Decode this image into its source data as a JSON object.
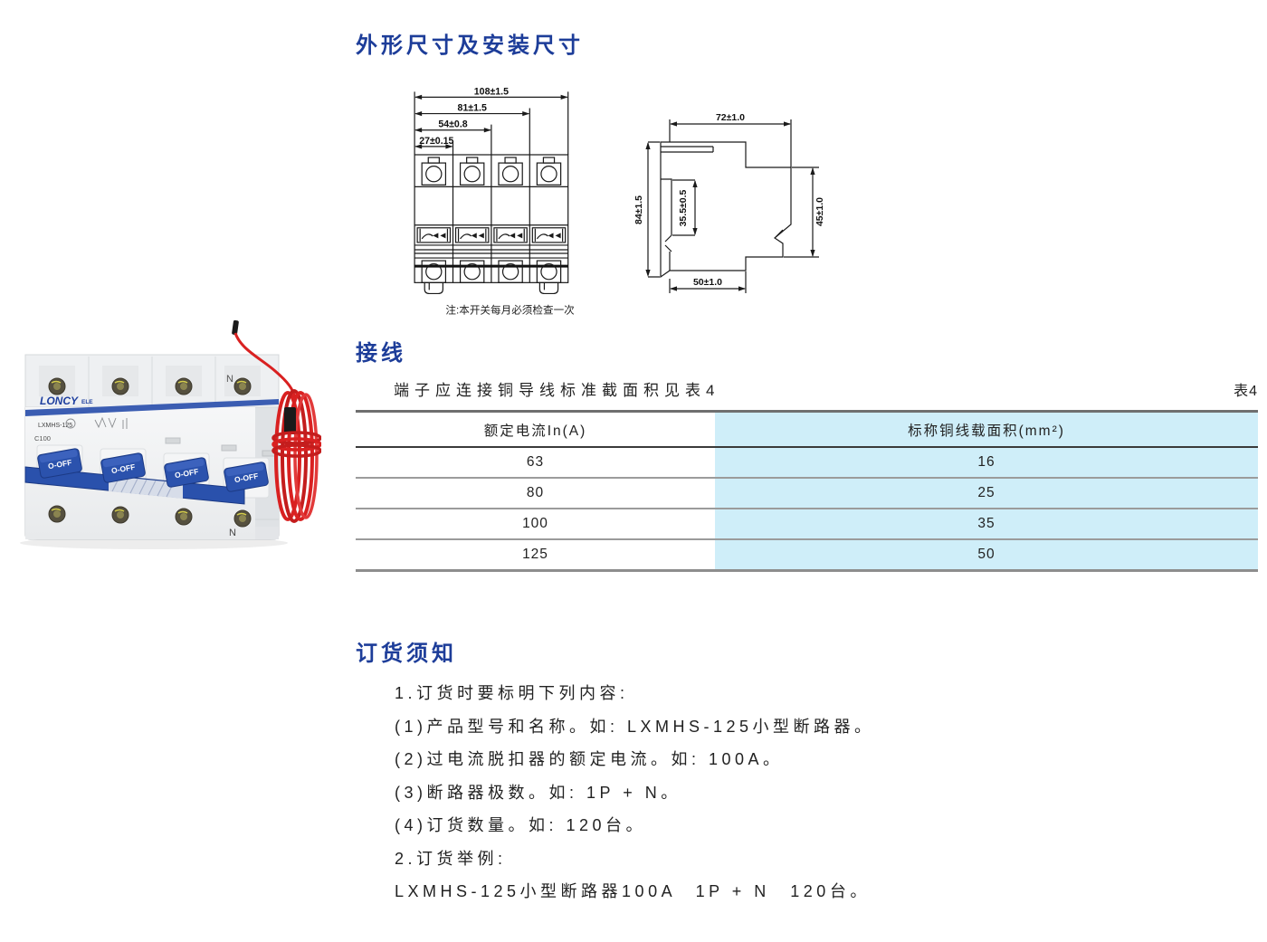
{
  "sections": {
    "dimensions": {
      "heading": "外形尺寸及安装尺寸",
      "front": {
        "dims": [
          "108±1.5",
          "81±1.5",
          "54±0.8",
          "27±0.15"
        ],
        "note": "注:本开关每月必须检查一次"
      },
      "side": {
        "dim_top": "72±1.0",
        "dim_left": "84±1.5",
        "dim_inner": "35.5±0.5",
        "dim_right": "45±1.0",
        "dim_bottom": "50±1.0"
      }
    },
    "wiring": {
      "heading": "接线",
      "intro": "端子应连接铜导线标准截面积见表4",
      "table_tag": "表4",
      "table": {
        "headers": [
          "额定电流In(A)",
          "标称铜线载面积(mm²)"
        ],
        "rows": [
          [
            "63",
            "16"
          ],
          [
            "80",
            "25"
          ],
          [
            "100",
            "35"
          ],
          [
            "125",
            "50"
          ]
        ]
      }
    },
    "ordering": {
      "heading": "订货须知",
      "lines": [
        "1.订货时要标明下列内容:",
        "(1)产品型号和名称。如: LXMHS-125小型断路器。",
        "(2)过电流脱扣器的额定电流。如: 100A。",
        "(3)断路器极数。如: 1P + N。",
        "(4)订货数量。如: 120台。",
        "2.订货举例:",
        "LXMHS-125小型断路器100A　1P + N　120台。"
      ]
    },
    "photo": {
      "brand": "LONCY",
      "brand_suffix": "ELE",
      "model": "LXMHS-125",
      "rating": "C100",
      "toggle_label": "O-OFF",
      "neutral_label": "N"
    }
  },
  "colors": {
    "heading_blue": "#1d3d99",
    "table_highlight": "#cfeef9",
    "toggle_blue": "#2b52ad",
    "wire_red": "#d92121"
  }
}
